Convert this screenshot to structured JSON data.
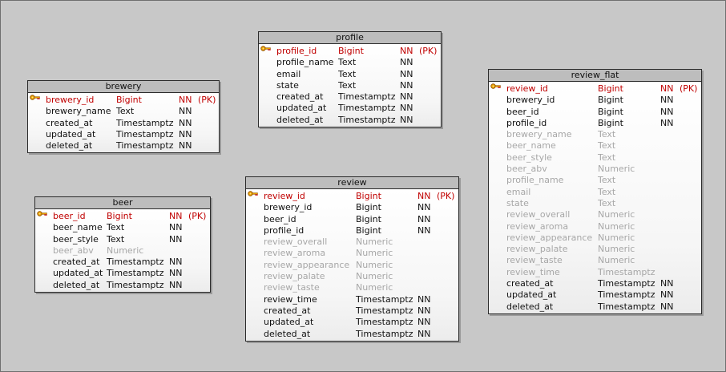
{
  "colors": {
    "background": "#c8c8c8",
    "header": "#bdbdbd",
    "primary_key": "#c00000",
    "derived_column": "#a7a7a7",
    "key_icon": "#e8a000"
  },
  "icons": {
    "primary_key": "key-icon"
  },
  "tables": {
    "profile": {
      "name": "profile",
      "columns": [
        {
          "name": "profile_id",
          "type": "Bigint",
          "nn": "NN",
          "pk": "(PK)"
        },
        {
          "name": "profile_name",
          "type": "Text",
          "nn": "NN",
          "pk": ""
        },
        {
          "name": "email",
          "type": "Text",
          "nn": "NN",
          "pk": ""
        },
        {
          "name": "state",
          "type": "Text",
          "nn": "NN",
          "pk": ""
        },
        {
          "name": "created_at",
          "type": "Timestamptz",
          "nn": "NN",
          "pk": ""
        },
        {
          "name": "updated_at",
          "type": "Timestamptz",
          "nn": "NN",
          "pk": ""
        },
        {
          "name": "deleted_at",
          "type": "Timestamptz",
          "nn": "NN",
          "pk": ""
        }
      ]
    },
    "brewery": {
      "name": "brewery",
      "columns": [
        {
          "name": "brewery_id",
          "type": "Bigint",
          "nn": "NN",
          "pk": "(PK)"
        },
        {
          "name": "brewery_name",
          "type": "Text",
          "nn": "NN",
          "pk": ""
        },
        {
          "name": "created_at",
          "type": "Timestamptz",
          "nn": "NN",
          "pk": ""
        },
        {
          "name": "updated_at",
          "type": "Timestamptz",
          "nn": "NN",
          "pk": ""
        },
        {
          "name": "deleted_at",
          "type": "Timestamptz",
          "nn": "NN",
          "pk": ""
        }
      ]
    },
    "beer": {
      "name": "beer",
      "columns": [
        {
          "name": "beer_id",
          "type": "Bigint",
          "nn": "NN",
          "pk": "(PK)"
        },
        {
          "name": "beer_name",
          "type": "Text",
          "nn": "NN",
          "pk": ""
        },
        {
          "name": "beer_style",
          "type": "Text",
          "nn": "NN",
          "pk": ""
        },
        {
          "name": "beer_abv",
          "type": "Numeric",
          "nn": "",
          "pk": ""
        },
        {
          "name": "created_at",
          "type": "Timestamptz",
          "nn": "NN",
          "pk": ""
        },
        {
          "name": "updated_at",
          "type": "Timestamptz",
          "nn": "NN",
          "pk": ""
        },
        {
          "name": "deleted_at",
          "type": "Timestamptz",
          "nn": "NN",
          "pk": ""
        }
      ]
    },
    "review": {
      "name": "review",
      "columns": [
        {
          "name": "review_id",
          "type": "Bigint",
          "nn": "NN",
          "pk": "(PK)"
        },
        {
          "name": "brewery_id",
          "type": "Bigint",
          "nn": "NN",
          "pk": ""
        },
        {
          "name": "beer_id",
          "type": "Bigint",
          "nn": "NN",
          "pk": ""
        },
        {
          "name": "profile_id",
          "type": "Bigint",
          "nn": "NN",
          "pk": ""
        },
        {
          "name": "review_overall",
          "type": "Numeric",
          "nn": "",
          "pk": ""
        },
        {
          "name": "review_aroma",
          "type": "Numeric",
          "nn": "",
          "pk": ""
        },
        {
          "name": "review_appearance",
          "type": "Numeric",
          "nn": "",
          "pk": ""
        },
        {
          "name": "review_palate",
          "type": "Numeric",
          "nn": "",
          "pk": ""
        },
        {
          "name": "review_taste",
          "type": "Numeric",
          "nn": "",
          "pk": ""
        },
        {
          "name": "review_time",
          "type": "Timestamptz",
          "nn": "NN",
          "pk": ""
        },
        {
          "name": "created_at",
          "type": "Timestamptz",
          "nn": "NN",
          "pk": ""
        },
        {
          "name": "updated_at",
          "type": "Timestamptz",
          "nn": "NN",
          "pk": ""
        },
        {
          "name": "deleted_at",
          "type": "Timestamptz",
          "nn": "NN",
          "pk": ""
        }
      ]
    },
    "review_flat": {
      "name": "review_flat",
      "columns": [
        {
          "name": "review_id",
          "type": "Bigint",
          "nn": "NN",
          "pk": "(PK)"
        },
        {
          "name": "brewery_id",
          "type": "Bigint",
          "nn": "NN",
          "pk": ""
        },
        {
          "name": "beer_id",
          "type": "Bigint",
          "nn": "NN",
          "pk": ""
        },
        {
          "name": "profile_id",
          "type": "Bigint",
          "nn": "NN",
          "pk": ""
        },
        {
          "name": "brewery_name",
          "type": "Text",
          "nn": "",
          "pk": ""
        },
        {
          "name": "beer_name",
          "type": "Text",
          "nn": "",
          "pk": ""
        },
        {
          "name": "beer_style",
          "type": "Text",
          "nn": "",
          "pk": ""
        },
        {
          "name": "beer_abv",
          "type": "Numeric",
          "nn": "",
          "pk": ""
        },
        {
          "name": "profile_name",
          "type": "Text",
          "nn": "",
          "pk": ""
        },
        {
          "name": "email",
          "type": "Text",
          "nn": "",
          "pk": ""
        },
        {
          "name": "state",
          "type": "Text",
          "nn": "",
          "pk": ""
        },
        {
          "name": "review_overall",
          "type": "Numeric",
          "nn": "",
          "pk": ""
        },
        {
          "name": "review_aroma",
          "type": "Numeric",
          "nn": "",
          "pk": ""
        },
        {
          "name": "review_appearance",
          "type": "Numeric",
          "nn": "",
          "pk": ""
        },
        {
          "name": "review_palate",
          "type": "Numeric",
          "nn": "",
          "pk": ""
        },
        {
          "name": "review_taste",
          "type": "Numeric",
          "nn": "",
          "pk": ""
        },
        {
          "name": "review_time",
          "type": "Timestamptz",
          "nn": "",
          "pk": ""
        },
        {
          "name": "created_at",
          "type": "Timestamptz",
          "nn": "NN",
          "pk": ""
        },
        {
          "name": "updated_at",
          "type": "Timestamptz",
          "nn": "NN",
          "pk": ""
        },
        {
          "name": "deleted_at",
          "type": "Timestamptz",
          "nn": "NN",
          "pk": ""
        }
      ]
    }
  }
}
